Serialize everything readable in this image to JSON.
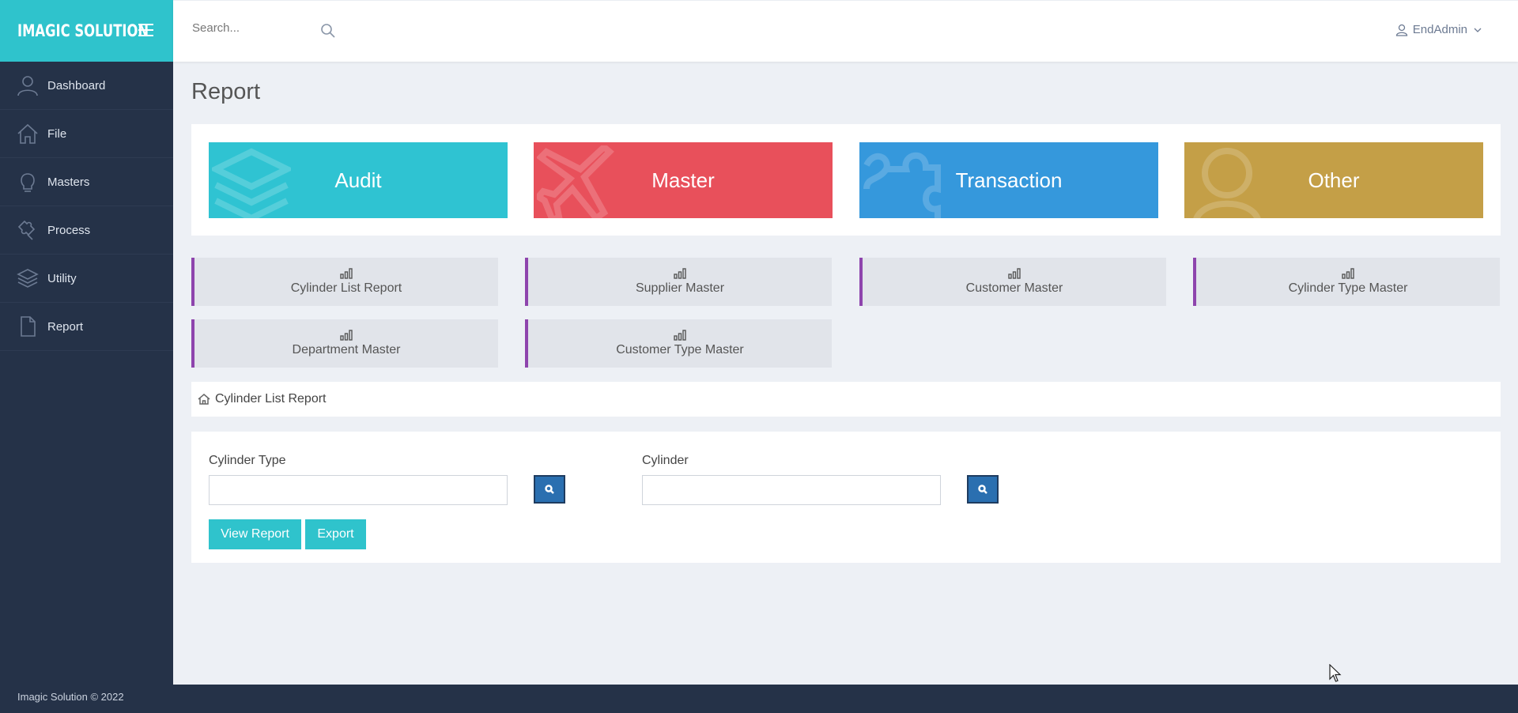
{
  "brand": {
    "name": "IMAGIC SOLUTION"
  },
  "sidebar": {
    "items": [
      {
        "label": "Dashboard",
        "icon": "user-icon"
      },
      {
        "label": "File",
        "icon": "home-icon"
      },
      {
        "label": "Masters",
        "icon": "bulb-icon"
      },
      {
        "label": "Process",
        "icon": "puzzle-icon"
      },
      {
        "label": "Utility",
        "icon": "layers-icon"
      },
      {
        "label": "Report",
        "icon": "file-icon"
      }
    ],
    "copyright": "Imagic Solution © 2022"
  },
  "header": {
    "search_placeholder": "Search...",
    "user_name": "EndAdmin"
  },
  "page": {
    "title": "Report"
  },
  "tiles": [
    {
      "label": "Audit",
      "color": "#2fc3d2",
      "icon": "layers-icon"
    },
    {
      "label": "Master",
      "color": "#e8505b",
      "icon": "plane-icon"
    },
    {
      "label": "Transaction",
      "color": "#3598dc",
      "icon": "puzzle-icon"
    },
    {
      "label": "Other",
      "color": "#c49f47",
      "icon": "user-icon"
    }
  ],
  "reports": [
    {
      "label": "Cylinder List Report"
    },
    {
      "label": "Supplier Master"
    },
    {
      "label": "Customer Master"
    },
    {
      "label": "Cylinder Type Master"
    },
    {
      "label": "Department Master"
    },
    {
      "label": "Customer Type Master"
    }
  ],
  "breadcrumb": {
    "label": "Cylinder List Report"
  },
  "form": {
    "cylinder_type_label": "Cylinder Type",
    "cylinder_type_value": "",
    "cylinder_label": "Cylinder",
    "cylinder_value": "",
    "view_report_label": "View Report",
    "export_label": "Export"
  },
  "colors": {
    "sidebar": "#253248",
    "accent": "#2fc3cc",
    "search_button": "#2a6fb0",
    "report_border": "#8e44ad"
  }
}
